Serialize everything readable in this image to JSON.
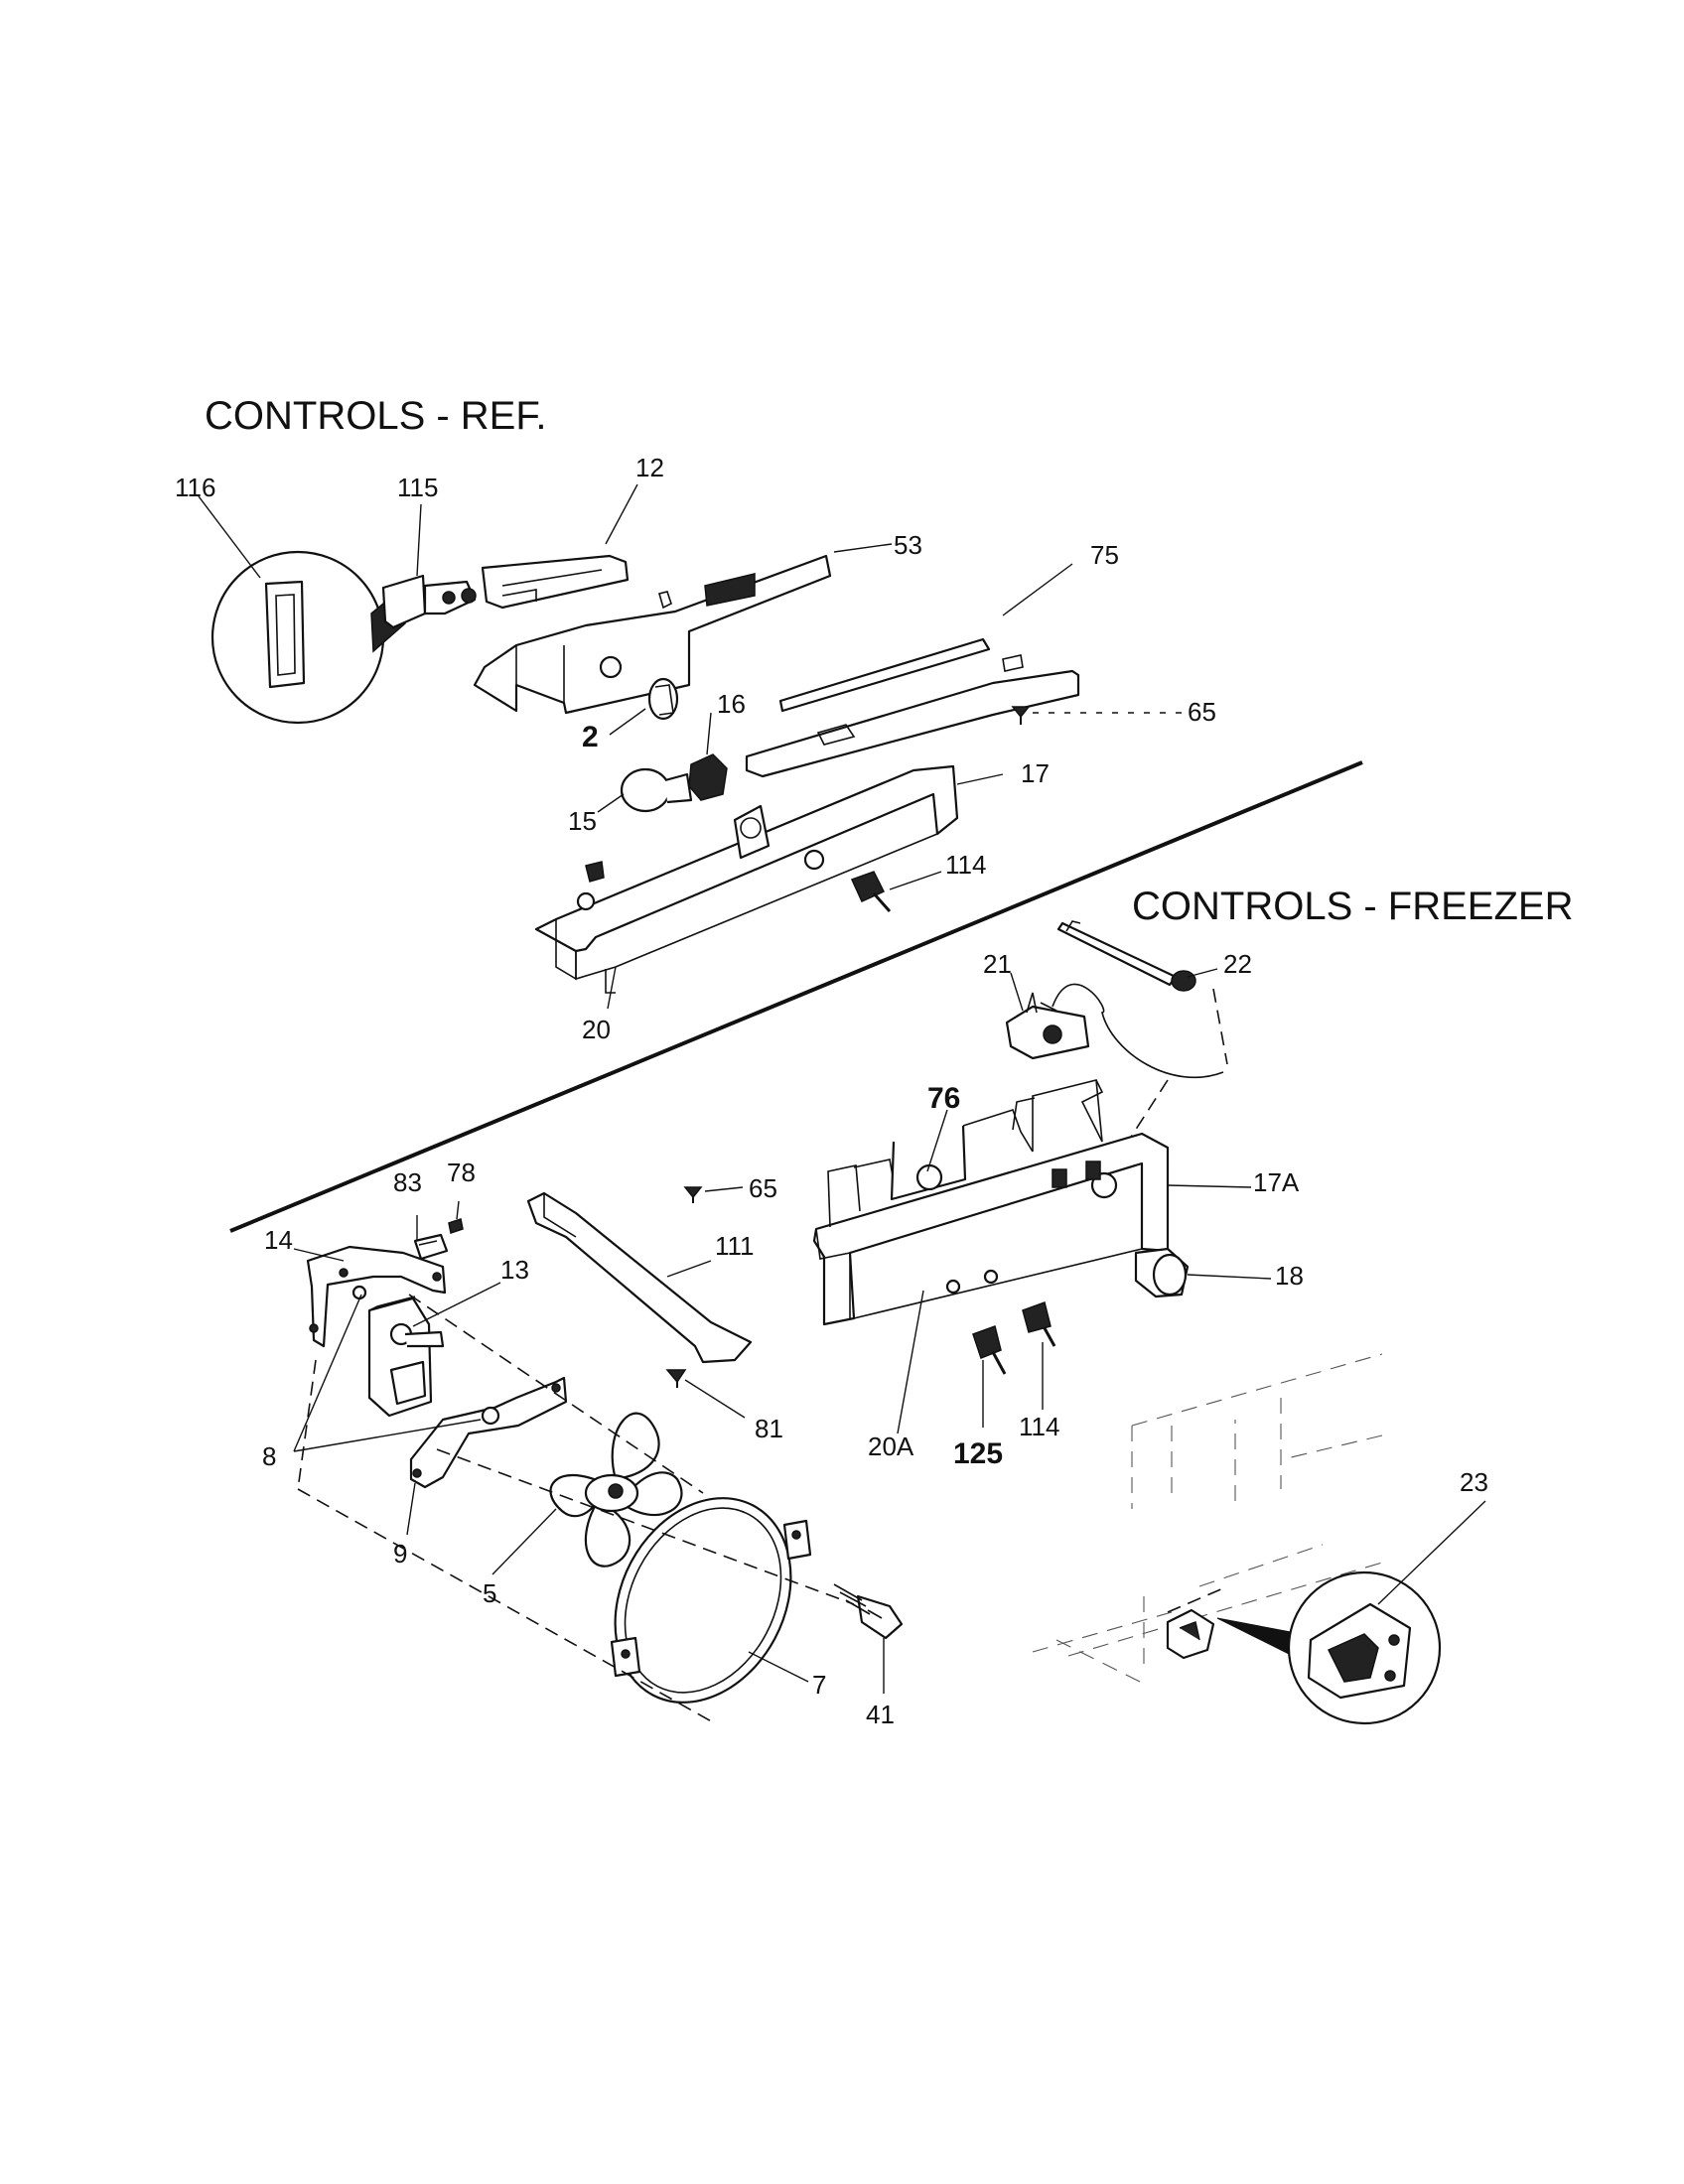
{
  "titles": {
    "ref": "CONTROLS  -  REF.",
    "freezer": "CONTROLS  -  FREEZER"
  },
  "callouts": {
    "c116": "116",
    "c115": "115",
    "c12": "12",
    "c53": "53",
    "c75": "75",
    "c65a": "65",
    "c2": "2",
    "c16": "16",
    "c15": "15",
    "c17": "17",
    "c114a": "114",
    "c20": "20",
    "c21": "21",
    "c22": "22",
    "c76": "76",
    "c65b": "65",
    "c83": "83",
    "c78": "78",
    "c14": "14",
    "c13": "13",
    "c111": "111",
    "c17A": "17A",
    "c18": "18",
    "c8": "8",
    "c81": "81",
    "c20A": "20A",
    "c125": "125",
    "c114b": "114",
    "c9": "9",
    "c5": "5",
    "c23": "23",
    "c41": "41",
    "c7": "7"
  }
}
